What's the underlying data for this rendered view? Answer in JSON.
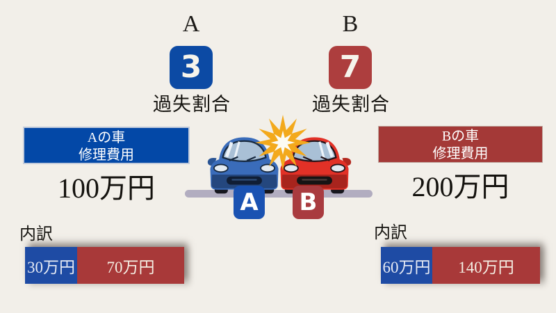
{
  "colors": {
    "background": "#f2efe9",
    "blue_primary": "#0c4aa4",
    "red_primary": "#ad3e3e",
    "bar_blue": "#1e4ba4",
    "bar_red": "#a83939",
    "road_gray": "#b2adc0",
    "collision_star_yellow": "#f3a91c"
  },
  "party_a": {
    "name": "A",
    "fault_score": "3",
    "fault_label": "過失割合",
    "repair_box": {
      "line1": "Aの車",
      "line2": "修理費用"
    },
    "repair_amount": "100万円",
    "road_badge": "A",
    "breakdown": {
      "label": "内訳",
      "segments": [
        {
          "value": "30万円",
          "color": "#1e4ba4"
        },
        {
          "value": "70万円",
          "color": "#a83939"
        }
      ]
    }
  },
  "party_b": {
    "name": "B",
    "fault_score": "7",
    "fault_label": "過失割合",
    "repair_box": {
      "line1": "Bの車",
      "line2": "修理費用"
    },
    "repair_amount": "200万円",
    "road_badge": "B",
    "breakdown": {
      "label": "内訳",
      "segments": [
        {
          "value": "60万円",
          "color": "#1e4ba4"
        },
        {
          "value": "140万円",
          "color": "#a83939"
        }
      ]
    }
  }
}
